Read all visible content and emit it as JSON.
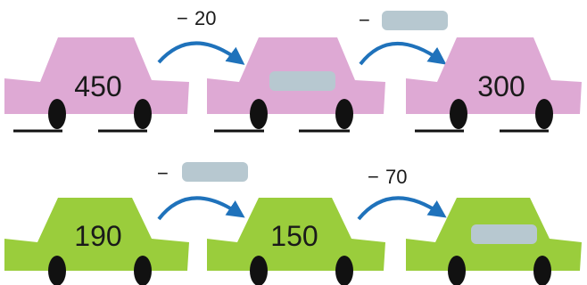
{
  "colors": {
    "pink_car": "#dea9d4",
    "green_car": "#9acd3c",
    "wheel": "#111111",
    "hubcap": "#ffffff",
    "arrow": "#1f72bb",
    "blank_box": "#b7c8d0",
    "text": "#1a1a1a"
  },
  "rows": [
    {
      "color": "pink",
      "cars": [
        {
          "label": "450",
          "blank": false
        },
        {
          "label": "",
          "blank": true
        },
        {
          "label": "300",
          "blank": false
        }
      ],
      "operations": [
        {
          "sign": "−",
          "amount": "20",
          "blank": false
        },
        {
          "sign": "−",
          "amount": "",
          "blank": true
        }
      ]
    },
    {
      "color": "green",
      "cars": [
        {
          "label": "190",
          "blank": false
        },
        {
          "label": "150",
          "blank": false
        },
        {
          "label": "",
          "blank": true
        }
      ],
      "operations": [
        {
          "sign": "−",
          "amount": "",
          "blank": true
        },
        {
          "sign": "−",
          "amount": "70",
          "blank": false
        }
      ]
    }
  ]
}
